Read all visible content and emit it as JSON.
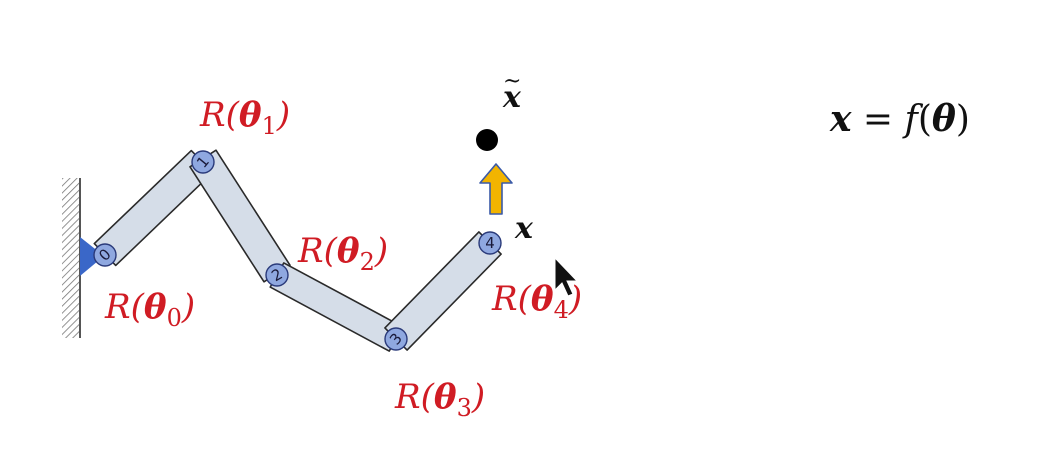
{
  "diagram": {
    "joints": [
      "0",
      "1",
      "2",
      "3",
      "4"
    ],
    "rotation_labels": {
      "theta0": {
        "prefix": "R(",
        "sym": "θ",
        "sub": "0",
        "suffix": ")"
      },
      "theta1": {
        "prefix": "R(",
        "sym": "θ",
        "sub": "1",
        "suffix": ")"
      },
      "theta2": {
        "prefix": "R(",
        "sym": "θ",
        "sub": "2",
        "suffix": ")"
      },
      "theta3": {
        "prefix": "R(",
        "sym": "θ",
        "sub": "3",
        "suffix": ")"
      },
      "theta4": {
        "prefix": "R(",
        "sym": "θ",
        "sub": "4",
        "suffix": ")"
      }
    },
    "end_effector_label": "x",
    "target_label": "x",
    "target_tilde": "~",
    "equation": {
      "lhs": "x",
      "eq": " = ",
      "func": "f",
      "open": "(",
      "arg": "θ",
      "close": ")"
    }
  },
  "colors": {
    "label_red": "#d01c24",
    "link_fill": "#d5dde8",
    "joint_fill": "#8fa8e0",
    "base_blue": "#3a67c8",
    "arrow_fill": "#f2b400",
    "arrow_stroke": "#3a5aa8",
    "target": "#000000"
  }
}
